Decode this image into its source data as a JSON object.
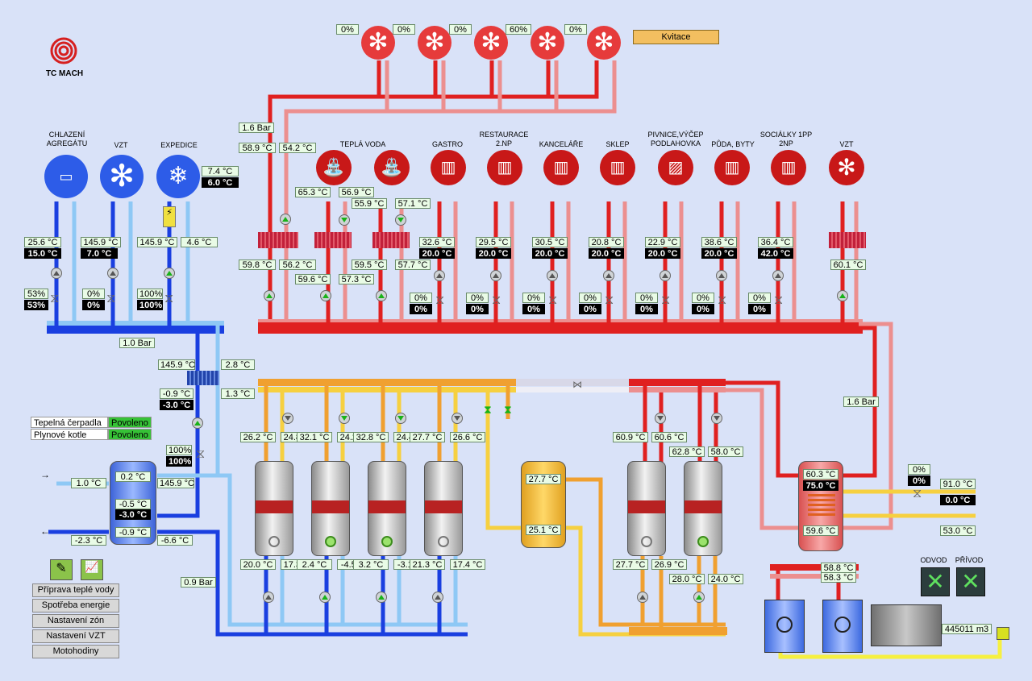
{
  "logo": {
    "text": "TC MACH"
  },
  "kvitace": "Kvitace",
  "pressures": {
    "top": "1.6 Bar",
    "left_bus": "1.0 Bar",
    "bottom_left": "0.9 Bar",
    "right": "1.6 Bar"
  },
  "top_fans": [
    {
      "pct": "0%"
    },
    {
      "pct": "0%"
    },
    {
      "pct": "0%"
    },
    {
      "pct": "60%"
    },
    {
      "pct": "0%"
    }
  ],
  "cooling": {
    "labels": [
      "CHLAZENÍ AGREGÁTU",
      "VZT",
      "EXPEDICE"
    ],
    "expedice_temp": "7.4 °C",
    "expedice_set": "6.0 °C",
    "temps": [
      {
        "t": "25.6 °C",
        "s": "15.0 °C"
      },
      {
        "t": "145.9 °C",
        "s": "7.0 °C"
      },
      {
        "t": "145.9 °C"
      },
      {
        "t": "4.6 °C"
      }
    ],
    "valves": [
      {
        "a": "53%",
        "b": "53%"
      },
      {
        "a": "0%",
        "b": "0%"
      },
      {
        "a": "100%",
        "b": "100%"
      }
    ]
  },
  "hex_left": {
    "t1": "145.9 °C",
    "t2": "2.8 °C",
    "t3": "1.3 °C",
    "t4": "-0.9 °C",
    "t5": "-3.0 °C",
    "valve_a": "100%",
    "valve_b": "100%"
  },
  "cold_tank": {
    "t_top": "0.2 °C",
    "t_mid": "-0.5 °C",
    "t_set": "-3.0 °C",
    "t_bot": "-0.9 °C",
    "in_left": "1.0 °C",
    "in_right": "145.9 °C",
    "out_left": "-2.3 °C",
    "out_right": "-6.6 °C"
  },
  "status": [
    {
      "label": "Tepelná čerpadla",
      "value": "Povoleno"
    },
    {
      "label": "Plynové kotle",
      "value": "Povoleno"
    }
  ],
  "menu": [
    "Příprava teplé vody",
    "Spotřeba energie",
    "Nastavení zón",
    "Nastavení VZT",
    "Motohodiny"
  ],
  "heating_zones": [
    {
      "label": "TEPLÁ VODA"
    },
    {
      "label": "GASTRO",
      "t": "32.6 °C",
      "s": "20.0 °C",
      "va": "0%",
      "vb": "0%"
    },
    {
      "label": "RESTAURACE 2.NP",
      "t": "29.5 °C",
      "s": "20.0 °C",
      "va": "0%",
      "vb": "0%"
    },
    {
      "label": "KANCELÁŘE",
      "t": "30.5 °C",
      "s": "20.0 °C",
      "va": "0%",
      "vb": "0%"
    },
    {
      "label": "SKLEP",
      "t": "20.8 °C",
      "s": "20.0 °C",
      "va": "0%",
      "vb": "0%"
    },
    {
      "label": "PIVNICE,VÝČEP PODLAHOVKA",
      "t": "22.9 °C",
      "s": "20.0 °C",
      "va": "0%",
      "vb": "0%"
    },
    {
      "label": "PŮDA, BYTY",
      "t": "38.6 °C",
      "s": "20.0 °C",
      "va": "0%",
      "vb": "0%"
    },
    {
      "label": "SOCIÁLKY 1PP 2NP",
      "t": "36.4 °C",
      "s": "42.0 °C",
      "va": "0%",
      "vb": "0%"
    },
    {
      "label": "VZT",
      "t": "60.1 °C"
    }
  ],
  "hot_side": {
    "supply": "58.9 °C",
    "return": "54.2 °C",
    "hx1_a": "59.8 °C",
    "hx1_b": "56.2 °C",
    "tv1_a": "65.3 °C",
    "tv1_b": "56.9 °C",
    "tv1_c": "59.6 °C",
    "tv1_d": "57.3 °C",
    "tv2_a": "55.9 °C",
    "tv2_b": "57.1 °C",
    "tv2_c": "59.5 °C",
    "tv2_d": "57.7 °C"
  },
  "heat_pumps": [
    {
      "top_a": "26.2 °C",
      "top_b": "24.8 °C",
      "bot_a": "20.0 °C",
      "bot_b": "17.3 °C",
      "on": false
    },
    {
      "top_a": "32.1 °C",
      "top_b": "24.2 °C",
      "bot_a": "2.4 °C",
      "bot_b": "-4.5 °C",
      "on": true
    },
    {
      "top_a": "32.8 °C",
      "top_b": "24.4 °C",
      "bot_a": "3.2 °C",
      "bot_b": "-3.1 °C",
      "on": true
    },
    {
      "top_a": "27.7 °C",
      "top_b": "26.6 °C",
      "bot_a": "21.3 °C",
      "bot_b": "17.4 °C",
      "on": false
    }
  ],
  "buffer_tank": {
    "t_top": "27.7 °C",
    "t_bot": "25.1 °C"
  },
  "gas_hp": [
    {
      "top_a": "60.9 °C",
      "top_b": "60.6 °C",
      "bot_a": "27.7 °C",
      "bot_b": "26.9 °C",
      "on": false
    },
    {
      "top_a": "62.8 °C",
      "top_b": "58.0 °C",
      "bot_a": "28.0 °C",
      "bot_b": "24.0 °C",
      "on": true
    }
  ],
  "hot_tank": {
    "t_top": "60.3 °C",
    "t_set": "75.0 °C",
    "t_bot": "59.6 °C",
    "valve_a": "0%",
    "valve_b": "0%",
    "out_a": "91.0 °C",
    "out_b": "0.0 °C",
    "out_c": "53.0 °C"
  },
  "boilers": {
    "t_a": "58.8 °C",
    "t_b": "58.3 °C",
    "gas": "445011 m3",
    "odvod": "ODVOD",
    "privod": "PŘÍVOD"
  },
  "colors": {
    "hot": "#e02020",
    "hot_return": "#ec8f8f",
    "cold": "#1a3fe0",
    "cold_return": "#8ec8f5",
    "hp": "#f0a030",
    "hp_return": "#f6d040",
    "bg": "#d9e2f8"
  }
}
